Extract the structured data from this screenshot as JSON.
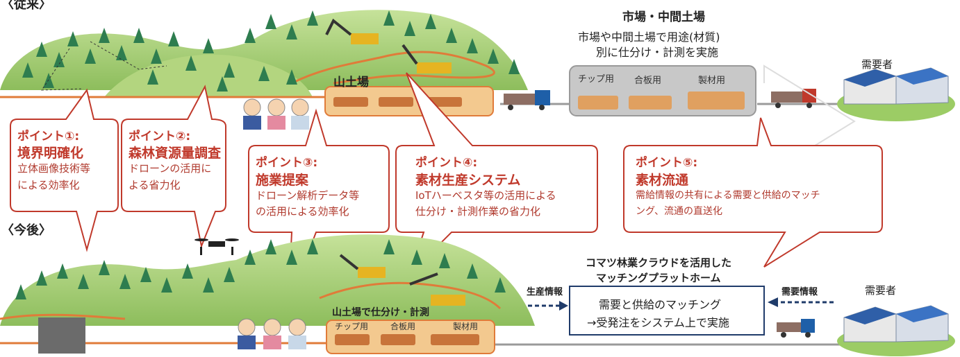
{
  "sections": {
    "before": "〈従来〉",
    "after": "〈今後〉"
  },
  "market": {
    "title": "市場・中間土場",
    "desc_line1": "市場や中間土場で用途(材質)",
    "desc_line2": "別に仕分け・計測を実施",
    "bins": [
      "チップ用",
      "合板用",
      "製材用"
    ]
  },
  "landing_top": "山土場",
  "landing_bottom": {
    "title": "山土場で仕分け・計測",
    "bins": [
      "チップ用",
      "合板用",
      "製材用"
    ]
  },
  "consumer_top": "需要者",
  "consumer_bottom": "需要者",
  "points": [
    {
      "title": "ポイント①:",
      "head": "境界明確化",
      "body": [
        "立体画像技術等",
        "による効率化"
      ]
    },
    {
      "title": "ポイント②:",
      "head": "森林資源量調査",
      "body": [
        "ドローンの活用に",
        "よる省力化"
      ]
    },
    {
      "title": "ポイント③:",
      "head": "施業提案",
      "body": [
        "ドローン解析データ等",
        "の活用による効率化"
      ]
    },
    {
      "title": "ポイント④:",
      "head": "素材生産システム",
      "body": [
        "IoTハーベスタ等の活用による",
        "仕分け・計測作業の省力化"
      ]
    },
    {
      "title": "ポイント⑤:",
      "head": "素材流通",
      "body": [
        "需給情報の共有による需要と供給のマッチ",
        "ング、流通の直送化"
      ]
    }
  ],
  "platform": {
    "title_line1": "コマツ林業クラウドを活用した",
    "title_line2": "マッチングプラットホーム",
    "box_line1": "需要と供給のマッチング",
    "box_line2": "→受発注をシステム上で実施",
    "left_flow": "生産情報",
    "right_flow": "需要情報"
  },
  "colors": {
    "callout_text": "#c0392b",
    "callout_border": "#c0392b",
    "road": "#e07b39",
    "hill": "#9cc86a",
    "tree": "#2e7d4f",
    "landing_fill": "#f3c98f",
    "market_box": "#c8c8c8"
  }
}
